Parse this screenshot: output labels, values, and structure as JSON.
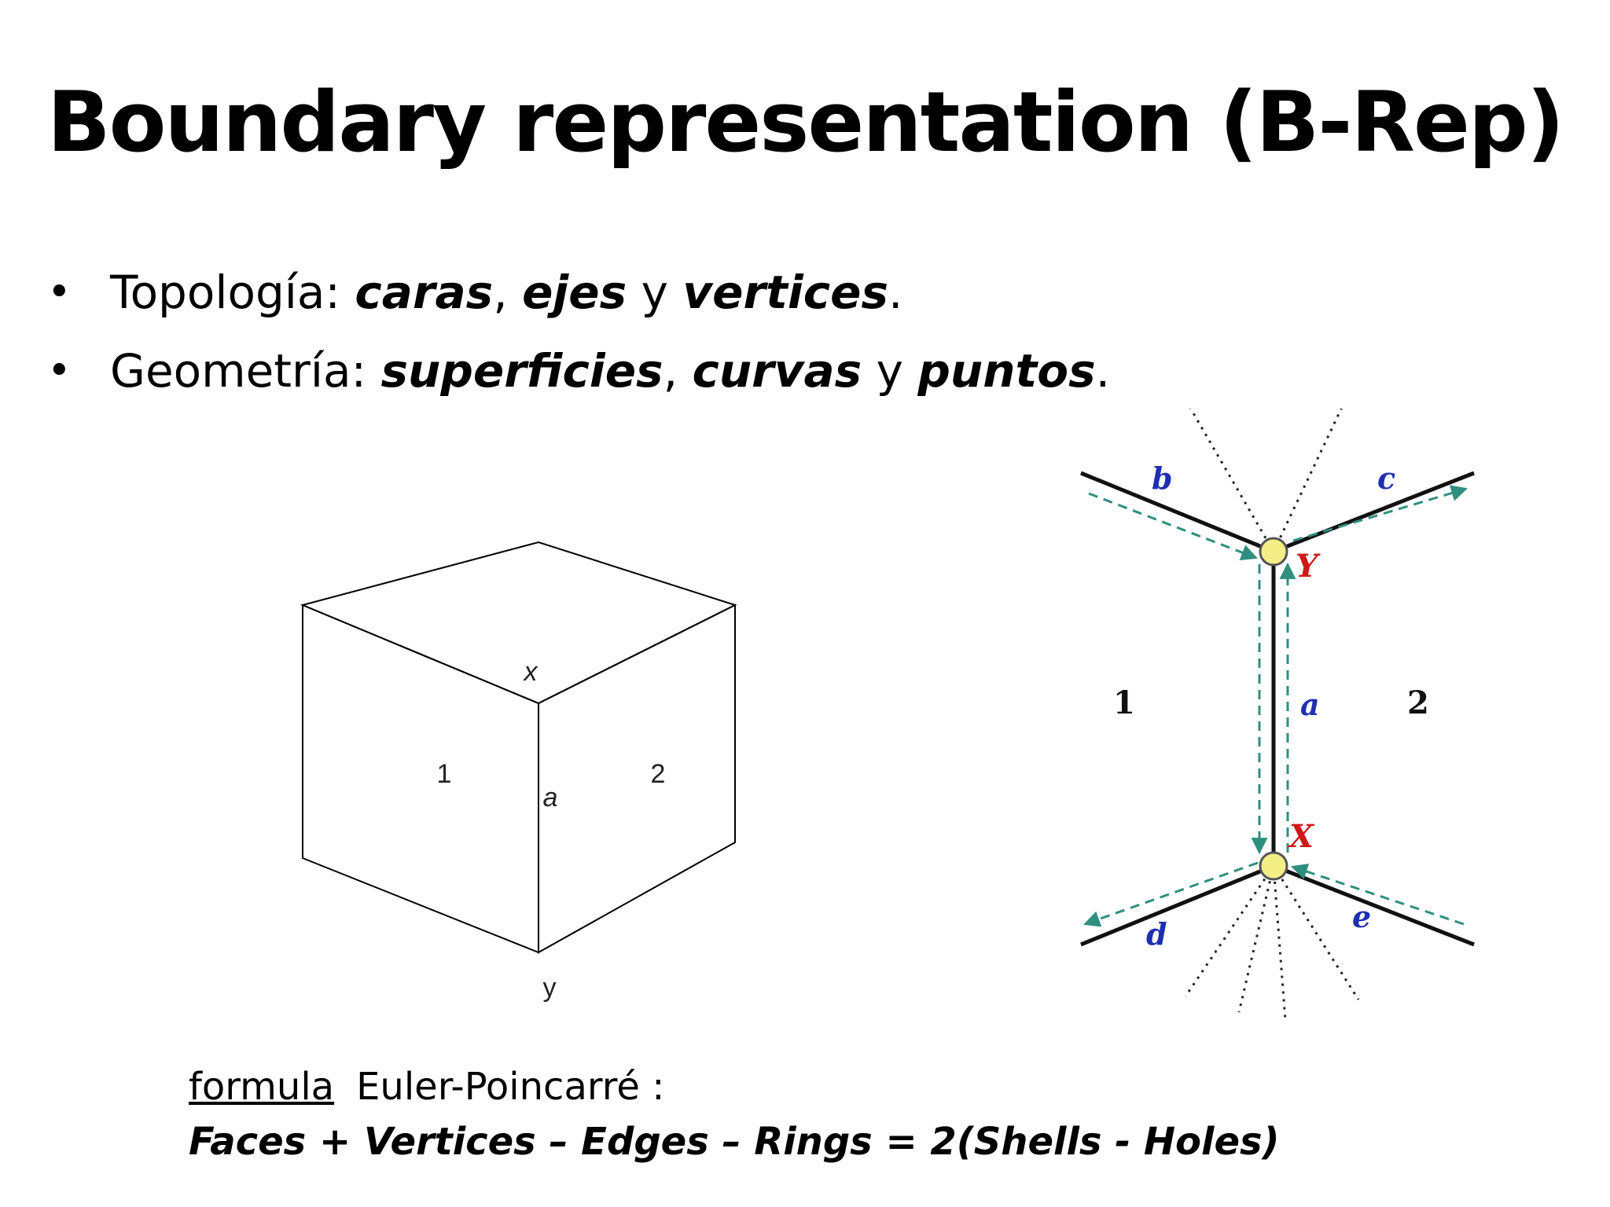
{
  "title": "Boundary representation (B-Rep)",
  "bullets": [
    {
      "bullet": "•",
      "prefix": "Topología: ",
      "t1": "caras",
      "s1": ", ",
      "t2": "ejes",
      "s2": " y ",
      "t3": "vertices",
      "end": "."
    },
    {
      "bullet": "•",
      "prefix": "Geometría: ",
      "t1": "superficies",
      "s1": ", ",
      "t2": "curvas",
      "s2": " y ",
      "t3": "puntos",
      "end": "."
    }
  ],
  "cube": {
    "x": "x",
    "y": "y",
    "face1": "1",
    "face2": "2",
    "edge": "a"
  },
  "edge_diagram": {
    "face1": "1",
    "face2": "2",
    "edge_a": "a",
    "edge_b": "b",
    "edge_c": "c",
    "edge_d": "d",
    "edge_e": "e",
    "vertex_top": "Y",
    "vertex_bottom": "X"
  },
  "formula": {
    "label": "formula",
    "name": "Euler-Poincarré :",
    "equation": "Faces + Vertices – Edges – Rings = 2(Shells - Holes)"
  },
  "colors": {
    "dashed_arrow": "#2f8f7e",
    "label_blue": "#1f2fb0",
    "label_red": "#d01818",
    "vertex_fill": "#f3ef86"
  }
}
